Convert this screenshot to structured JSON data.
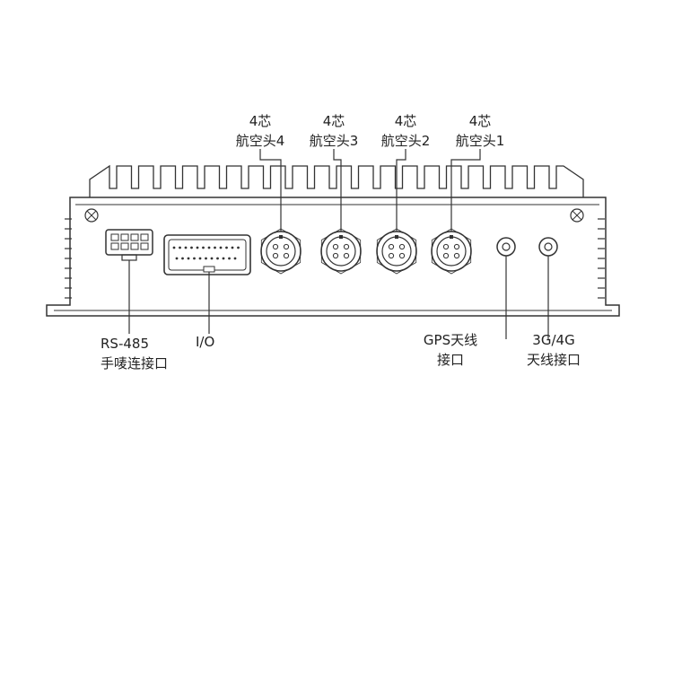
{
  "aviation_connectors": [
    {
      "pins": "4芯",
      "name": "航空头4"
    },
    {
      "pins": "4芯",
      "name": "航空头3"
    },
    {
      "pins": "4芯",
      "name": "航空头2"
    },
    {
      "pins": "4芯",
      "name": "航空头1"
    }
  ],
  "bottom_labels": {
    "rs485_line1": "RS-485",
    "rs485_line2": "手唛连接口",
    "io": "I/O",
    "gps_line1": "GPS天线",
    "gps_line2": "接口",
    "g34_line1": "3G/4G",
    "g34_line2": "天线接口"
  },
  "colors": {
    "stroke": "#333333",
    "text": "#222222"
  }
}
